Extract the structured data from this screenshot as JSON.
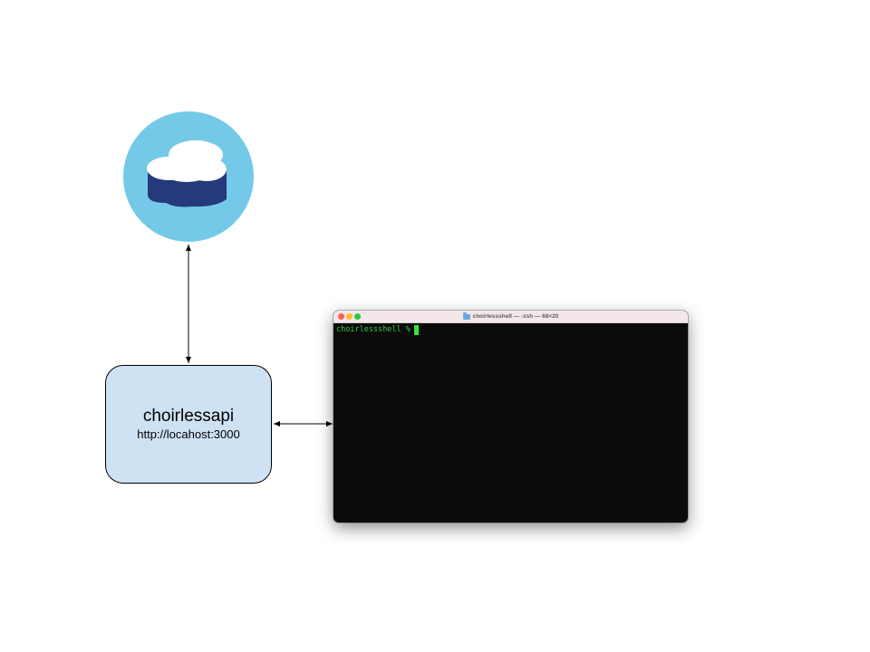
{
  "logo": {
    "icon": "database-cloud-icon",
    "colors": {
      "circle": "#75c9e8",
      "cloud": "#ffffff",
      "cylinder": "#253a7a"
    }
  },
  "api_node": {
    "title": "choirlessapi",
    "url": "http://locahost:3000",
    "fill": "#cfe2f3"
  },
  "terminal": {
    "title": "choirlessshell — -zsh — 68×20",
    "prompt": "choirlessshell %",
    "text_color": "#3ccb3c",
    "background": "#0b0b0b"
  },
  "connections": [
    {
      "from": "logo",
      "to": "api_node",
      "direction": "bidirectional"
    },
    {
      "from": "api_node",
      "to": "terminal",
      "direction": "bidirectional"
    }
  ]
}
